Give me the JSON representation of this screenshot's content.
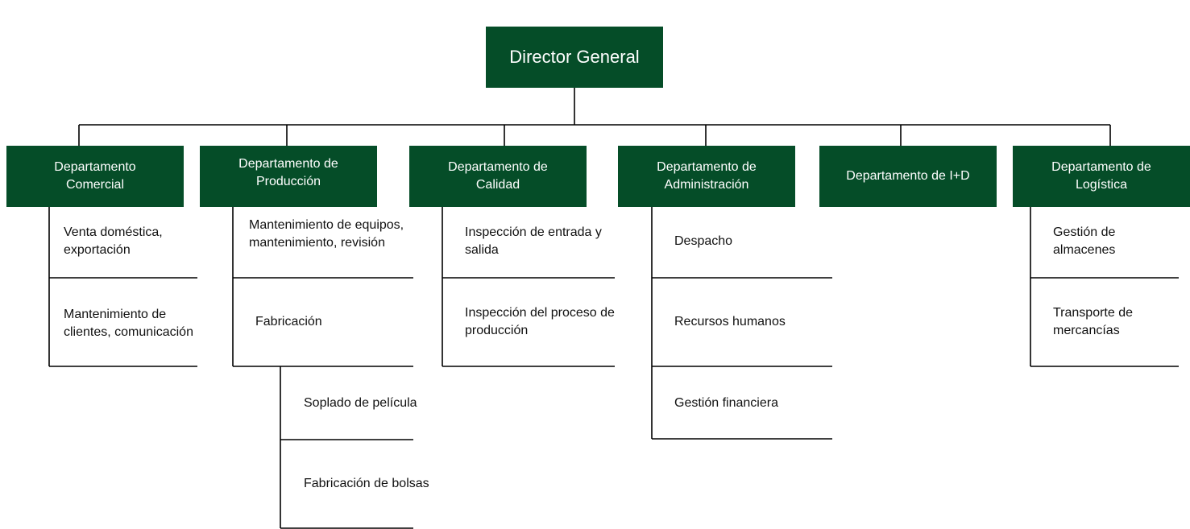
{
  "director": {
    "label": "Director General"
  },
  "departments": [
    {
      "label": "Departamento\nComercial"
    },
    {
      "label": "Departamento de\nProducción"
    },
    {
      "label": "Departamento de\nCalidad"
    },
    {
      "label": "Departamento de\nAdministración"
    },
    {
      "label": "Departamento de I+D"
    },
    {
      "label": "Departamento de\nLogística"
    }
  ],
  "items": {
    "comercial": [
      "Venta doméstica, exportación",
      "Mantenimiento de clientes, comunicación"
    ],
    "produccion": [
      "Mantenimiento de equipos, mantenimiento, revisión",
      "Fabricación"
    ],
    "fabricacion": [
      "Soplado de película",
      "Fabricación de bolsas"
    ],
    "calidad": [
      "Inspección de entrada y salida",
      "Inspección del proceso de producción"
    ],
    "administracion": [
      "Despacho",
      "Recursos humanos",
      "Gestión financiera"
    ],
    "logistica": [
      "Gestión de almacenes",
      "Transporte de mercancías"
    ]
  },
  "colors": {
    "box_fill": "#054D28",
    "box_text": "#ffffff",
    "line": "#000000"
  }
}
